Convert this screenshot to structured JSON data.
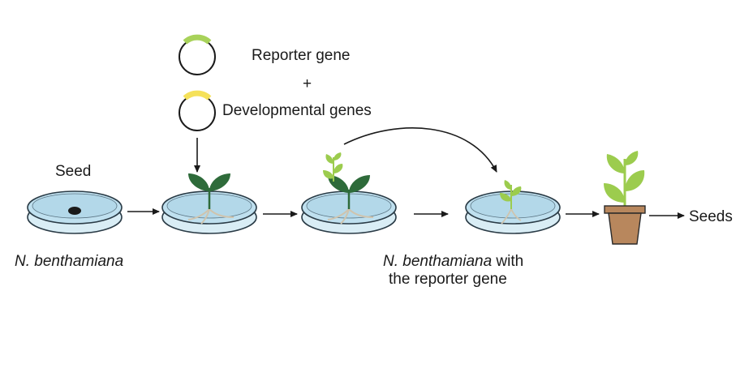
{
  "labels": {
    "reporter_gene": "Reporter gene",
    "plus": "+",
    "developmental_genes": "Developmental genes",
    "seed": "Seed",
    "seeds": "Seeds",
    "species_name": "N. benthamiana",
    "result_species": "N. benthamiana",
    "result_with": " with",
    "result_line2": "the reporter gene"
  },
  "colors": {
    "reporter_plasmid_marker": "#a8d25a",
    "developmental_plasmid_marker": "#f5e15a",
    "dish_fill": "#bfe0ef",
    "dish_outline": "#2a3b46",
    "dark_leaf": "#2e6b3a",
    "light_leaf": "#9ccc4e",
    "root": "#cfc4ae",
    "pot": "#b8875d",
    "seed": "#1a1a1a"
  },
  "icons": {
    "plasmid": "circular-plasmid-icon",
    "dish": "petri-dish-icon",
    "pot": "flower-pot-icon"
  }
}
